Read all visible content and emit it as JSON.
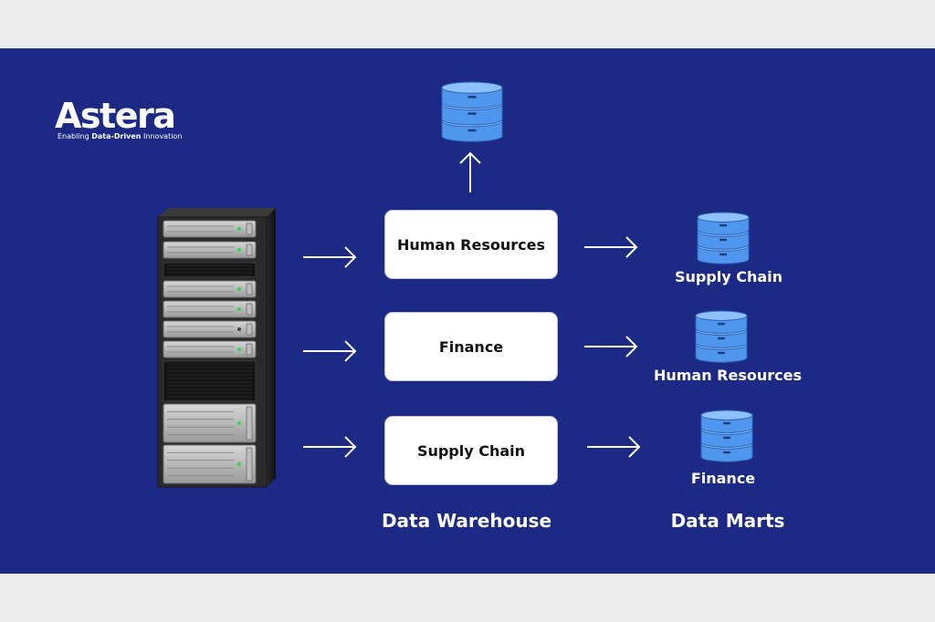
{
  "logo": {
    "name": "Astera",
    "tagline_prefix": "Enabling ",
    "tagline_bold": "Data-Driven",
    "tagline_suffix": " Innovation"
  },
  "warehouse": {
    "label": "Data Warehouse",
    "boxes": [
      "Human Resources",
      "Finance",
      "Supply Chain"
    ]
  },
  "marts": {
    "label": "Data Marts",
    "items": [
      "Supply Chain",
      "Human Resources",
      "Finance"
    ]
  },
  "colors": {
    "background": "#1c2a86",
    "page": "#ececec",
    "database": "#4f97ee",
    "box": "#ffffff",
    "text_light": "#ffffff"
  },
  "icons": [
    "server-rack-icon",
    "database-icon",
    "arrow-right-icon",
    "arrow-up-icon"
  ]
}
